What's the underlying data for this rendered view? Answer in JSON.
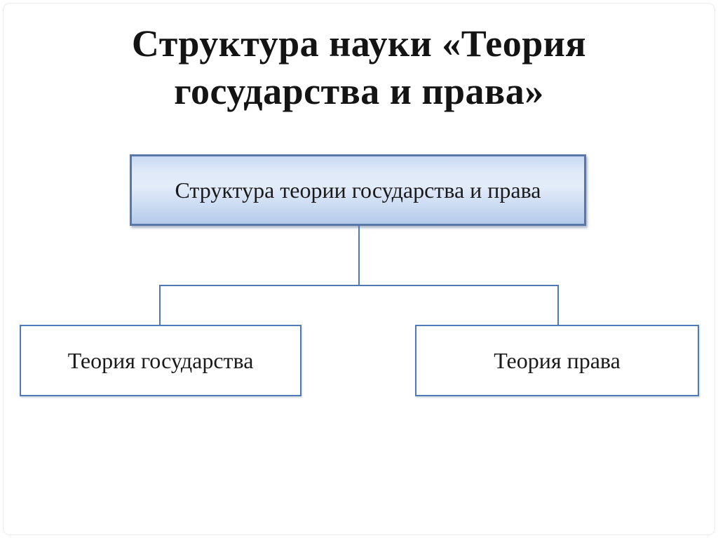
{
  "title": {
    "full_text": "Структура науки «Теория государства и права»",
    "lines": [
      "Структура науки «Теория",
      "государства и права»"
    ]
  },
  "diagram": {
    "type": "hierarchy",
    "root": {
      "label": "Структура теории государства и права"
    },
    "children": [
      {
        "label": "Теория государства"
      },
      {
        "label": "Теория права"
      }
    ]
  },
  "colors": {
    "connector_line": "#4e79b2",
    "root_border": "#5878aa",
    "root_fill_top": "#c7d9f2",
    "root_fill_bottom": "#b5caea",
    "child_border": "#4f7ab5",
    "child_fill": "#ffffff",
    "text": "#1a1a1a",
    "title_text": "#141414",
    "page_frame": "#ececec"
  }
}
